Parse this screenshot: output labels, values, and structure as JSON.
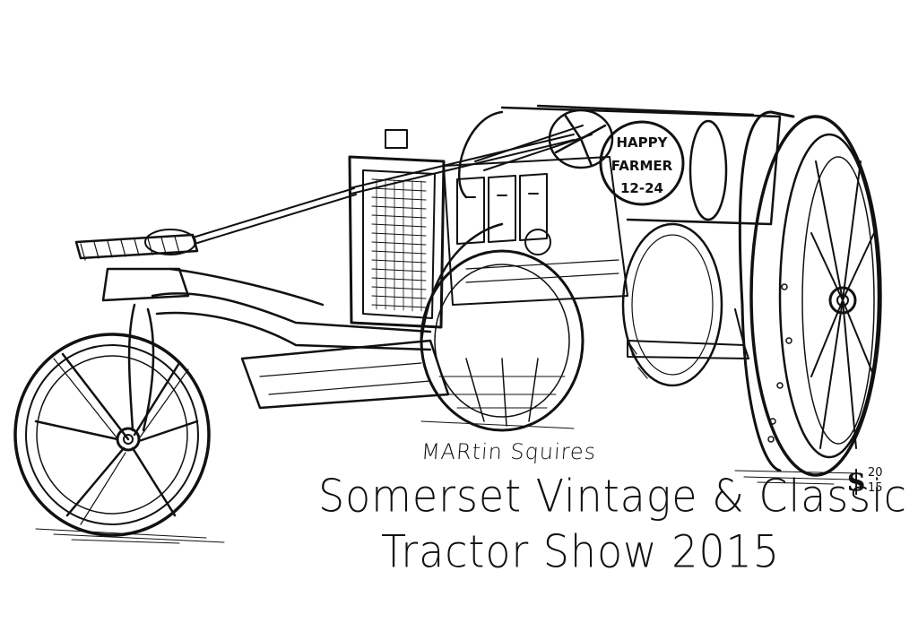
{
  "illustration": {
    "subject_icon": "tractor-icon",
    "ink_color": "#111111",
    "paper_color": "#ffffff"
  },
  "badge": {
    "line1": "HAPPY",
    "line2": "FARMER",
    "line3": "12-24"
  },
  "caption": {
    "artist": "MARtin Squires",
    "title_line1": "Somerset Vintage & Classic",
    "title_line2": "Tractor Show 2015"
  },
  "signature": {
    "year_top": "20",
    "year_bottom": "15"
  }
}
